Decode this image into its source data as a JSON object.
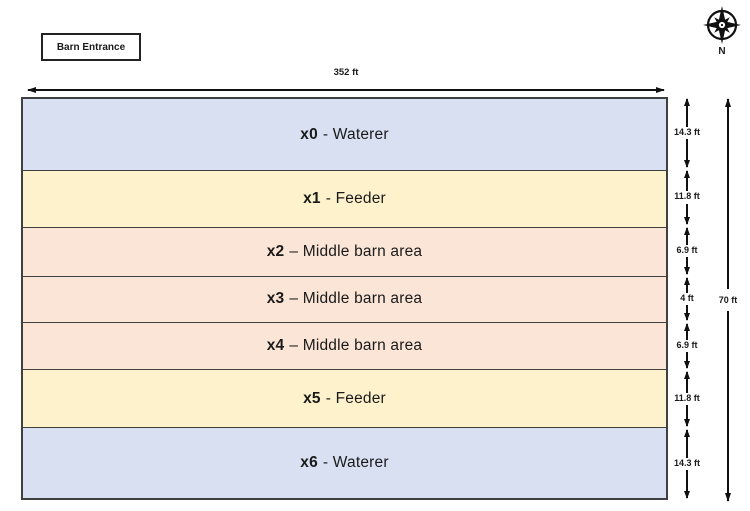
{
  "entrance": {
    "label": "Barn Entrance"
  },
  "compass": {
    "label": "N"
  },
  "dimensions": {
    "width_label": "352 ft",
    "height_label": "70 ft"
  },
  "colors": {
    "waterer_fill": "#d8e0f2",
    "feeder_fill": "#fdf2cc",
    "middle_fill": "#fbe5d6",
    "border": "#404040"
  },
  "bands": [
    {
      "id": "x0",
      "name": "- Waterer",
      "type": "waterer",
      "height_label": "14.3 ft"
    },
    {
      "id": "x1",
      "name": "- Feeder",
      "type": "feeder",
      "height_label": "11.8 ft"
    },
    {
      "id": "x2",
      "name": "– Middle barn area",
      "type": "middle",
      "height_label": "6.9 ft"
    },
    {
      "id": "x3",
      "name": "– Middle barn area",
      "type": "middle",
      "height_label": "4 ft"
    },
    {
      "id": "x4",
      "name": "– Middle barn area",
      "type": "middle",
      "height_label": "6.9 ft"
    },
    {
      "id": "x5",
      "name": "- Feeder",
      "type": "feeder",
      "height_label": "11.8 ft"
    },
    {
      "id": "x6",
      "name": "- Waterer",
      "type": "waterer",
      "height_label": "14.3 ft"
    }
  ]
}
